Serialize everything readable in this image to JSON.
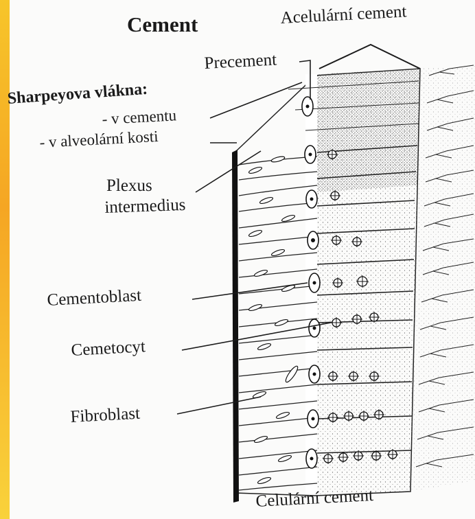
{
  "diagram": {
    "title": "Cement",
    "labels": {
      "acellular_cement": "Acelulární cement",
      "precement": "Precement",
      "sharpey_fibers": "Sharpeyova vlákna:",
      "in_cement": "- v cementu",
      "in_alveolar_bone": "- v alveolární kosti",
      "plexus_line1": "Plexus",
      "plexus_line2": "intermedius",
      "cementoblast": "Cementoblast",
      "cementocyte": "Cemetocyt",
      "fibroblast": "Fibroblast",
      "cellular_cement": "Celulární cement"
    }
  },
  "colors": {
    "ink": "#1b1b1b",
    "paper": "#fbfbfa",
    "accent_strip": "#f5a623"
  }
}
